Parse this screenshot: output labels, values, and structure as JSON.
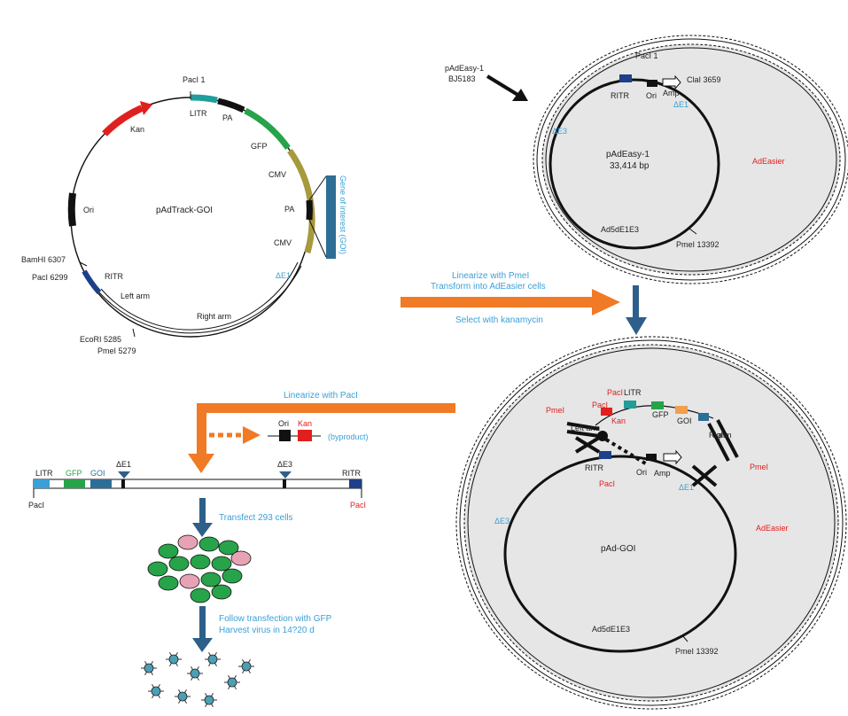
{
  "colors": {
    "blue_text": "#3aa0d6",
    "red_text": "#e0201e",
    "orange_arrow": "#f07a25",
    "dark_blue_arrow": "#2e5f8a",
    "cell_fill": "#e6e6e6",
    "gfp_green": "#27a34a",
    "pink": "#e7a3b5",
    "virus_teal": "#4b9fb4"
  },
  "plasmid_track": {
    "name": "pAdTrack-GOI",
    "paci_top": "PacI 1",
    "litr": "LITR",
    "pa_top": "PA",
    "gfp": "GFP",
    "cmv_top": "CMV",
    "pa_mid": "PA",
    "cmv_mid": "CMV",
    "delta_e1": "ΔE1",
    "goi_box": "Gene of interest (GOI)",
    "kan": "Kan",
    "ori": "Ori",
    "bamhi": "BamHI 6307",
    "paci_6299": "PacI 6299",
    "ritr": "RITR",
    "left_arm": "Left arm",
    "right_arm": "Right arm",
    "ecori": "EcoRI 5285",
    "pmei": "PmeI 5279"
  },
  "padeasy_label": {
    "line1": "pAdEasy-1",
    "line2": "BJ5183"
  },
  "cell_top": {
    "paci": "PacI 1",
    "ritr": "RITR",
    "ori": "Ori",
    "amp": "Amp",
    "clai": "ClaI 3659",
    "delta_e1": "ΔE1",
    "delta_e3": "ΔE3",
    "name": "pAdEasy-1",
    "size": "33,414 bp",
    "adeasier": "AdEasier",
    "ad5": "Ad5dE1E3",
    "pmei": "PmeI 13392"
  },
  "step1": {
    "line1": "Linearize with PmeI",
    "line2": "Transform into AdEasier cells",
    "line3": "Select with kanamycin"
  },
  "cell_bottom": {
    "paci_top": "PacI",
    "litr": "LITR",
    "pmei_left": "PmeI",
    "paci_left": "PacI",
    "kan": "Kan",
    "gfp": "GFP",
    "goi": "GOI",
    "left_arm": "Left arm",
    "right": "Right",
    "arm": "arm",
    "pmei_right": "PmeI",
    "ritr": "RITR",
    "ori": "Ori",
    "amp": "Amp",
    "paci_bottom": "PacI",
    "delta_e1": "ΔE1",
    "delta_e3": "ΔE3",
    "adeasier": "AdEasier",
    "name": "pAd-GOI",
    "ad5": "Ad5dE1E3",
    "pmei_bottom": "PmeI 13392"
  },
  "step2": {
    "label": "Linearize with PacI",
    "ori": "Ori",
    "kan": "Kan",
    "byproduct": "(byproduct)"
  },
  "linear_genome": {
    "litr": "LITR",
    "gfp": "GFP",
    "goi": "GOI",
    "delta_e1": "ΔE1",
    "delta_e3": "ΔE3",
    "ritr": "RITR",
    "paci_left": "PacI",
    "paci_right": "PacI"
  },
  "step3": {
    "label": "Transfect 293 cells"
  },
  "step4": {
    "line1": "Follow transfection with GFP",
    "line2": "Harvest virus in 14?20 d"
  }
}
